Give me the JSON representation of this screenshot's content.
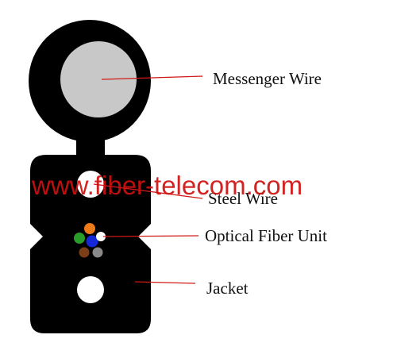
{
  "labels": {
    "messenger_wire": "Messenger Wire",
    "steel_wire": "Steel Wire",
    "optical_fiber_unit": "Optical Fiber Unit",
    "jacket": "Jacket"
  },
  "watermark": "www.fiber-telecom.com",
  "colors": {
    "jacket": "#000000",
    "messenger_wire": "#c8c8c8",
    "steel_wire": "#ffffff",
    "leader_line": "#d01818",
    "watermark": "#d01010",
    "fibers": [
      "#ee7a18",
      "#2a9c2a",
      "#1428d8",
      "#7a3e18",
      "#8a8a8a"
    ]
  }
}
